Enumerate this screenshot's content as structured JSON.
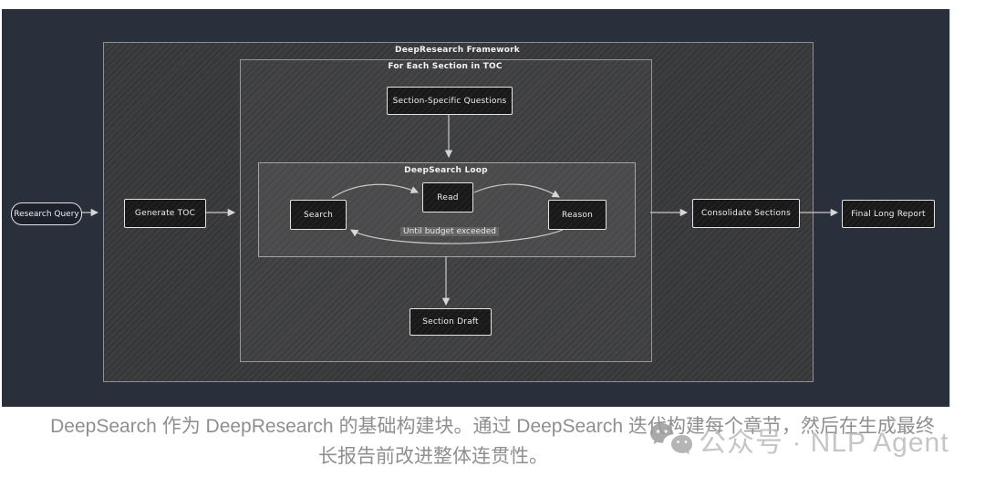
{
  "diagram": {
    "framework_title": "DeepResearch Framework",
    "section_loop_title": "For Each Section in TOC",
    "deepsearch_loop_title": "DeepSearch Loop",
    "nodes": {
      "research_query": "Research Query",
      "generate_toc": "Generate TOC",
      "section_questions": "Section-Specific Questions",
      "search": "Search",
      "read": "Read",
      "reason": "Reason",
      "section_draft": "Section Draft",
      "consolidate_sections": "Consolidate Sections",
      "final_long_report": "Final Long Report"
    },
    "loop_exit_label": "Until budget exceeded",
    "colors": {
      "page_bg": "#ffffff",
      "panel_bg": "#2a2f3c",
      "outer_box_fill": "#3d3d3d",
      "inner_box_fill": "#444444",
      "loop_box_fill": "#4d4d4d",
      "node_fill": "#191919",
      "node_border": "#e3e3e3",
      "arrow": "#cccccc",
      "caption_text": "#8f8f8f",
      "watermark_text": "#bcbcbc"
    }
  },
  "caption": {
    "line1": "DeepSearch 作为 DeepResearch 的基础构建块。通过 DeepSearch 迭代构建每个章节，然后在生成最终",
    "line2": "长报告前改进整体连贯性。"
  },
  "watermark": {
    "icon": "wechat-icon",
    "text": "公众号 · NLP Agent"
  }
}
